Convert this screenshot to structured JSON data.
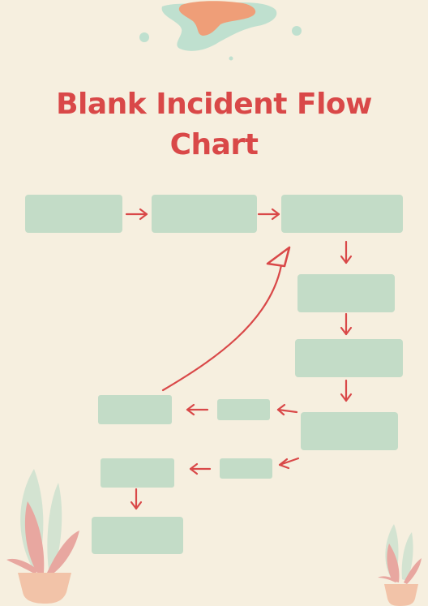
{
  "title_line1": "Blank Incident Flow",
  "title_line2": "Chart",
  "colors": {
    "background": "#f6efdf",
    "title": "#d94848",
    "box": "#c3dcc7",
    "arrow": "#d94848",
    "leaf_pink": "#e8a7a0",
    "leaf_green": "#d3e3d1",
    "pot": "#f2c3a8",
    "blob_green": "#bfe0cf",
    "blob_orange": "#ef9e78"
  },
  "diagram": {
    "boxes": [
      {
        "id": "box-1"
      },
      {
        "id": "box-2"
      },
      {
        "id": "box-3"
      },
      {
        "id": "box-4"
      },
      {
        "id": "box-5"
      },
      {
        "id": "box-6"
      },
      {
        "id": "box-7"
      },
      {
        "id": "box-8"
      },
      {
        "id": "box-9"
      },
      {
        "id": "box-10"
      },
      {
        "id": "box-11"
      }
    ],
    "connectors": [
      {
        "from": "box-1",
        "to": "box-2"
      },
      {
        "from": "box-2",
        "to": "box-3"
      },
      {
        "from": "box-3",
        "to": "box-4"
      },
      {
        "from": "box-4",
        "to": "box-5"
      },
      {
        "from": "box-5",
        "to": "box-6"
      },
      {
        "from": "box-6",
        "to": "box-7"
      },
      {
        "from": "box-7",
        "to": "box-8"
      },
      {
        "from": "box-8",
        "to": "box-3",
        "curved": true
      },
      {
        "from": "box-6",
        "to": "box-9"
      },
      {
        "from": "box-9",
        "to": "box-10"
      },
      {
        "from": "box-10",
        "to": "box-11"
      }
    ]
  }
}
